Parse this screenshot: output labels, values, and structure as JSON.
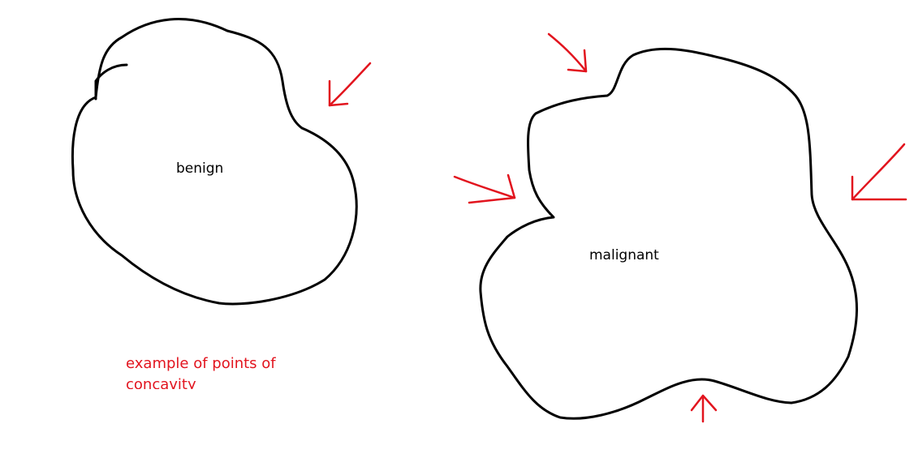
{
  "colors": {
    "outline": "#000000",
    "arrow": "#e2141e",
    "background": "#ffffff"
  },
  "shapes": {
    "benign_label": "benign",
    "malignant_label": "malignant"
  },
  "note": {
    "text": "example of points of concavity"
  },
  "arrows": {
    "count": 5
  }
}
